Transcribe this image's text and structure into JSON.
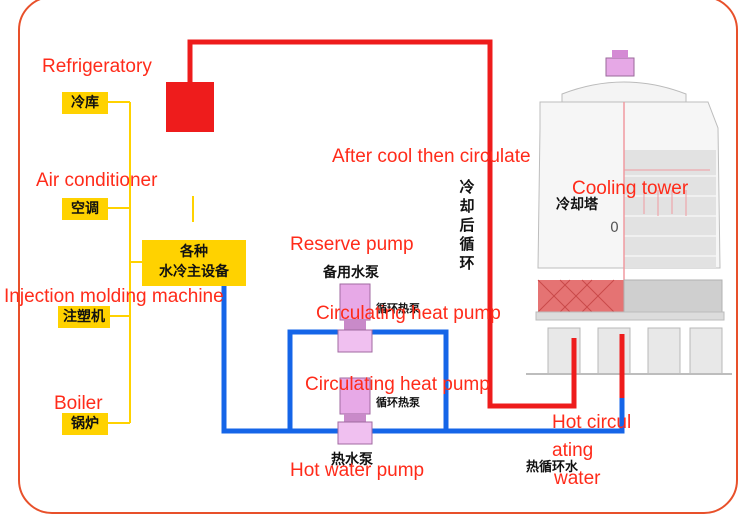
{
  "colors": {
    "hot": "#1565e8",
    "cold": "#ee1c1c",
    "label_bg": "#ffd200",
    "annotation": "#ff2b1a",
    "pump": "#d98ad8",
    "frame": "#e8502a"
  },
  "left_labels": {
    "cold_storage": "冷库",
    "air_con": "空调",
    "injection": "注塑机",
    "boiler": "锅炉"
  },
  "main_unit": {
    "line1": "各种",
    "line2": "水冷主设备"
  },
  "chinese_labels": {
    "reserve_pump": "备用水泵",
    "circ_pump_top": "循环热泵",
    "circ_pump_mid": "循环热泵",
    "hot_pump": "热水泵",
    "hot_water": "热循环水",
    "tower": "冷却塔",
    "tower_mark": "0",
    "after_cool": "冷却后循环"
  },
  "annotations": {
    "refrigeratory": "Refrigeratory",
    "air_conditioner": "Air conditioner",
    "injection_molding": "Injection molding machine",
    "boiler": "Boiler",
    "after_cool": "After cool then circulate",
    "cooling_tower": "Cooling tower",
    "reserve_pump": "Reserve pump",
    "circ_heat_pump_top": "Circulating heat pump",
    "circ_heat_pump_mid": "Circulating heat pump",
    "hot_water_pump": "Hot water pump",
    "hot_circ_1": "Hot circul",
    "hot_circ_2": "ating",
    "hot_circ_3": "water"
  }
}
